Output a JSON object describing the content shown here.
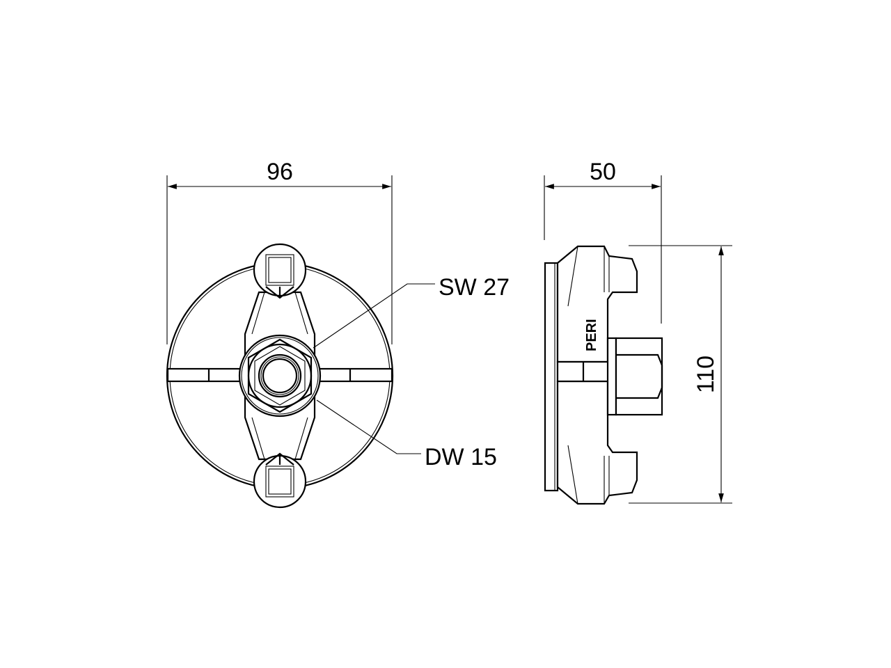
{
  "dimensions": {
    "width_front": "96",
    "depth_side": "50",
    "height_side": "110"
  },
  "callouts": {
    "wrench_size": "SW 27",
    "bar_diameter": "DW 15"
  },
  "logo_text": "PERI",
  "line_color": "#000000",
  "background_color": "#ffffff"
}
